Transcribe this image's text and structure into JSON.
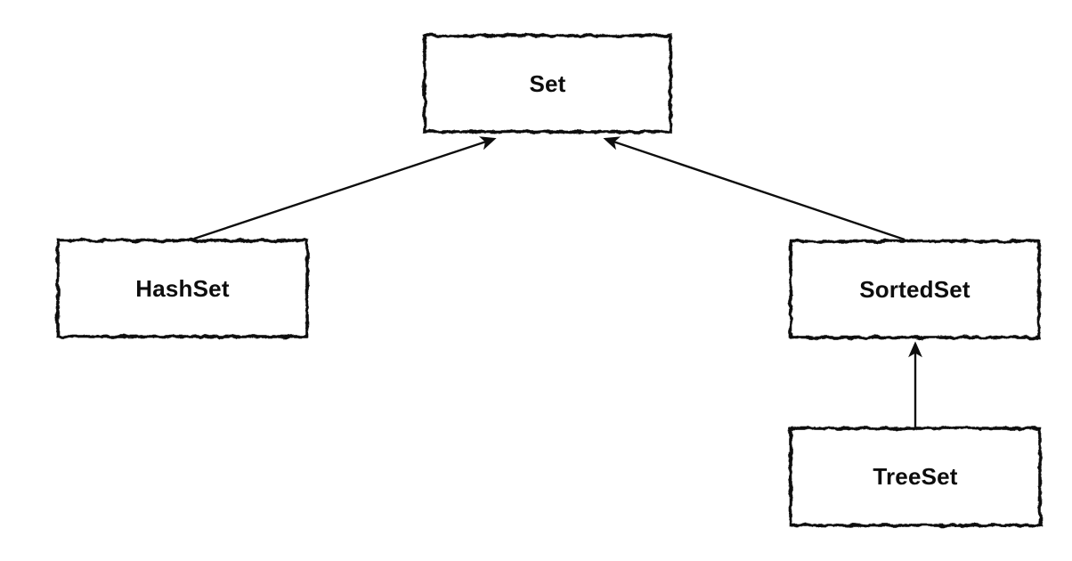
{
  "diagram": {
    "type": "class-hierarchy",
    "background_color": "#ffffff",
    "stroke_color": "#0d0d0d",
    "text_color": "#0d0d0d",
    "nodes": [
      {
        "id": "set",
        "label": "Set"
      },
      {
        "id": "hashset",
        "label": "HashSet"
      },
      {
        "id": "sortedset",
        "label": "SortedSet"
      },
      {
        "id": "treeset",
        "label": "TreeSet"
      }
    ],
    "edges": [
      {
        "from": "hashset",
        "to": "set",
        "arrowhead": "filled-triangle"
      },
      {
        "from": "sortedset",
        "to": "set",
        "arrowhead": "filled-triangle"
      },
      {
        "from": "treeset",
        "to": "sortedset",
        "arrowhead": "filled-triangle"
      }
    ]
  }
}
